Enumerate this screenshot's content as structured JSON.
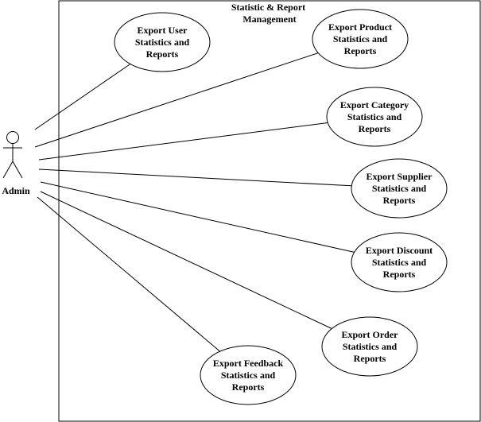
{
  "system": {
    "title_lines": [
      "Statistic & Report",
      "Management"
    ]
  },
  "actor": {
    "name": "Admin"
  },
  "use_cases": [
    {
      "id": "uc-user",
      "lines": [
        "Export User",
        "Statistics and",
        "Reports"
      ]
    },
    {
      "id": "uc-product",
      "lines": [
        "Export Product",
        "Statistics and",
        "Reports"
      ]
    },
    {
      "id": "uc-category",
      "lines": [
        "Export Category",
        "Statistics and",
        "Reports"
      ]
    },
    {
      "id": "uc-supplier",
      "lines": [
        "Export Supplier",
        "Statistics and",
        "Reports"
      ]
    },
    {
      "id": "uc-discount",
      "lines": [
        "Export Discount",
        "Statistics and",
        "Reports"
      ]
    },
    {
      "id": "uc-order",
      "lines": [
        "Export Order",
        "Statistics and",
        "Reports"
      ]
    },
    {
      "id": "uc-feedback",
      "lines": [
        "Export Feedback",
        "Statistics and",
        "Reports"
      ]
    }
  ],
  "colors": {
    "stroke": "#000000",
    "fill": "#ffffff"
  }
}
